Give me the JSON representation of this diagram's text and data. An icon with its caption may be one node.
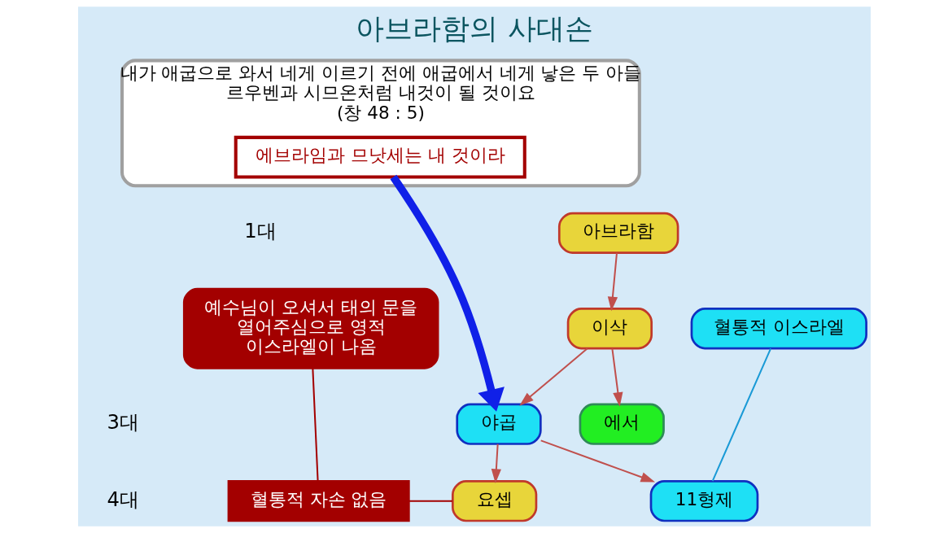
{
  "diagram": {
    "title": "아브라함의 사대손",
    "nodes": [
      {
        "text": [
          "내가 애굽으로 와서 네게 이르기 전에 애굽에서 네게 낳은 두 아들",
          "르우벤과 시므온처럼 내것이 될 것이요",
          "(창 48 : 5)"
        ]
      },
      {
        "text": [
          "에브라임과 므낫세는 내 것이라"
        ],
        "in": 0
      },
      {
        "text": [
          "아브라함"
        ]
      },
      {
        "text": [
          "예수님이 오셔서 태의 문을 열어주심으로 영적 이스라엘이 나옴"
        ]
      },
      {
        "text": [
          "이삭"
        ]
      },
      {
        "text": [
          "에서"
        ]
      },
      {
        "text": [
          "야곱"
        ]
      },
      {
        "text": [
          "혈통적 이스라엘"
        ]
      },
      {
        "text": [
          "혈통적 자손 없음"
        ]
      },
      {
        "text": [
          "요셉"
        ]
      },
      {
        "text": [
          "11형제"
        ]
      }
    ],
    "edges": [
      {
        "from": 2,
        "to": 4,
        "arrow": "to"
      },
      {
        "from": 4,
        "to": 5,
        "arrow": "to"
      },
      {
        "from": 4,
        "to": 6,
        "arrow": "to"
      },
      {
        "from": 1,
        "to": 6,
        "arrow": "to",
        "style": "thick",
        "color": "#1020e8"
      },
      {
        "from": 6,
        "to": 9,
        "arrow": "to"
      },
      {
        "from": 6,
        "to": 10,
        "arrow": "to"
      },
      {
        "from": 3,
        "to": 8,
        "arrow": "none",
        "color": "#a30000"
      },
      {
        "from": 8,
        "to": 9,
        "arrow": "none",
        "color": "#a30000"
      },
      {
        "from": 7,
        "to": 10,
        "arrow": "none",
        "color": "#1a9ad6"
      }
    ],
    "labels": [
      "1대",
      "3대",
      "4대"
    ]
  }
}
